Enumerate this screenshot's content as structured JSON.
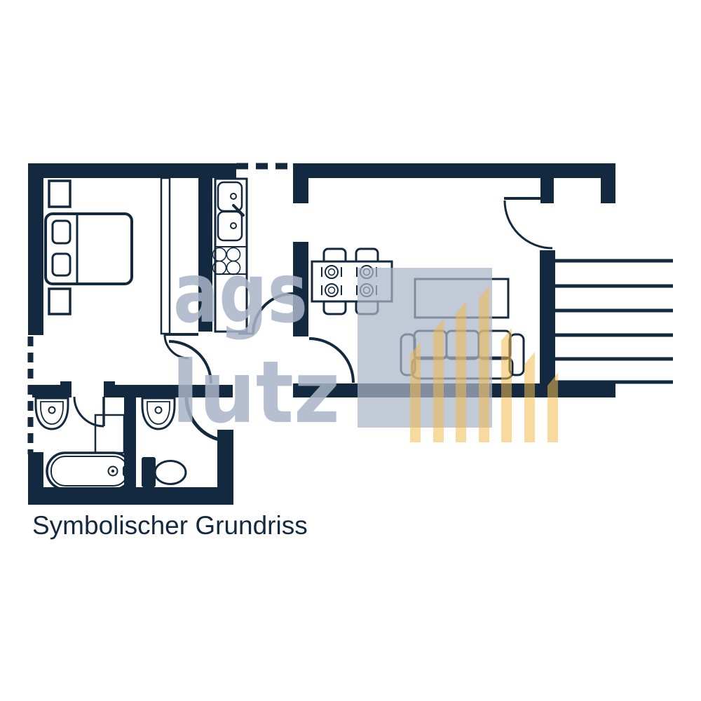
{
  "title": {
    "label": "Symbolischer Grundriss"
  },
  "watermark": {
    "word1": "ags",
    "word2": "lutz"
  },
  "colors": {
    "wall": "#13293f",
    "watermark_gray": "#aab4c7",
    "watermark_orange": "#f2b94f",
    "background": "#ffffff"
  }
}
